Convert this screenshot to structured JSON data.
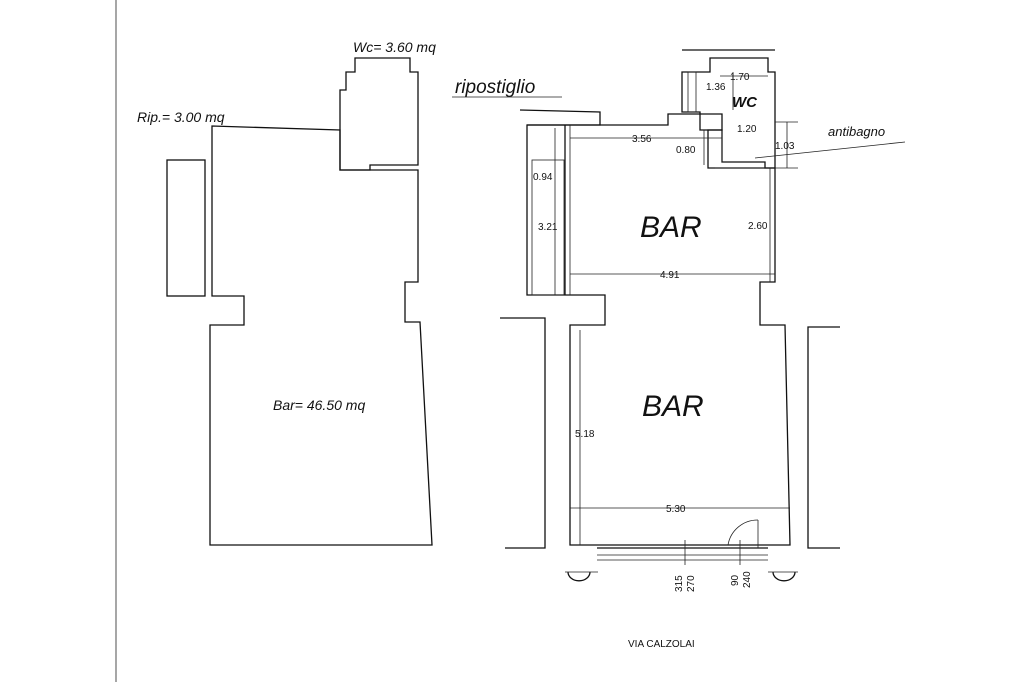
{
  "left_plan": {
    "wc_area": "Wc= 3.60 mq",
    "rip_area": "Rip.= 3.00 mq",
    "bar_area": "Bar= 46.50 mq"
  },
  "right_plan": {
    "ripostiglio_label": "ripostiglio",
    "wc_label": "WC",
    "antibagno_label": "antibagno",
    "bar_upper_label": "BAR",
    "bar_lower_label": "BAR",
    "dimensions": {
      "wc_width": "1.70",
      "wc_height": "1.36",
      "anti_width": "1.20",
      "anti_height": "1.03",
      "top_span": "3.56",
      "door_span": "0.80",
      "rip_top": "0.94",
      "rip_height": "3.21",
      "bar_upper_height": "2.60",
      "bar_upper_width": "4.91",
      "bar_lower_height": "5.18",
      "bar_lower_width": "5.30",
      "front_1": "315",
      "front_2": "270",
      "front_3": "90",
      "front_4": "240"
    },
    "street": "VIA CALZOLAI"
  }
}
